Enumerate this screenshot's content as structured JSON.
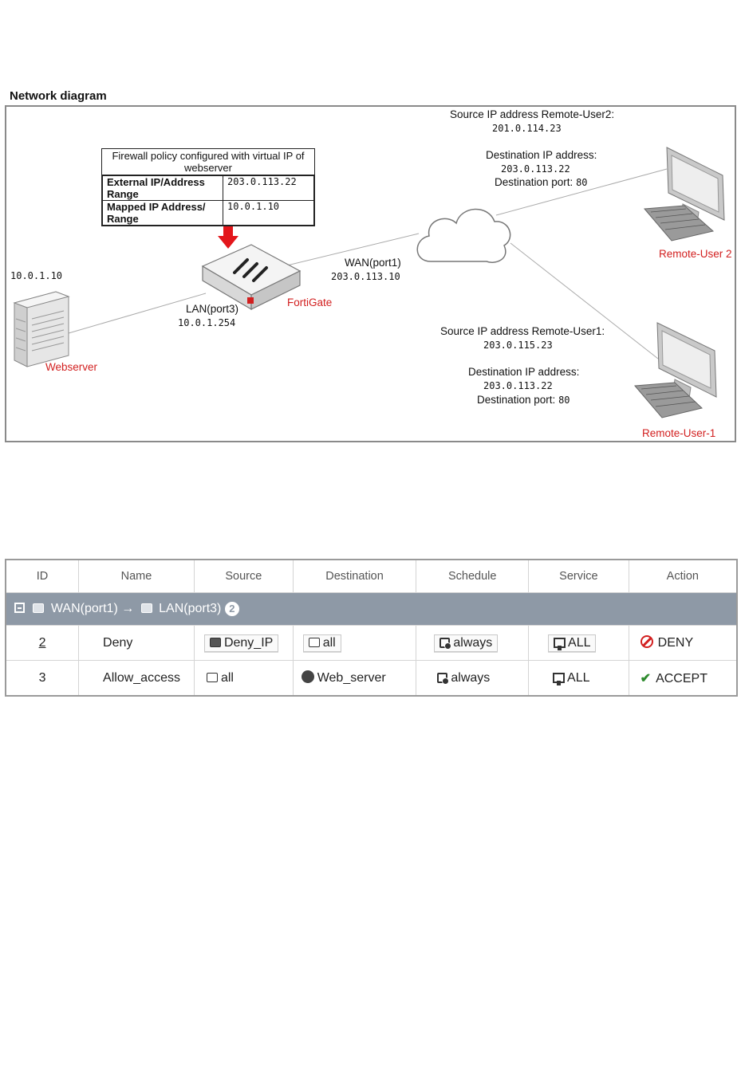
{
  "diagram": {
    "heading": "Network diagram",
    "remote_user2": {
      "src_label": "Source IP address Remote-User2:",
      "src_ip": "201.0.114.23",
      "dst_label": "Destination IP address:",
      "dst_ip": "203.0.113.22",
      "port_label": "Destination port:",
      "port": "80",
      "name": "Remote-User 2"
    },
    "remote_user1": {
      "src_label": "Source IP address Remote-User1:",
      "src_ip": "203.0.115.23",
      "dst_label": "Destination IP address:",
      "dst_ip": "203.0.113.22",
      "port_label": "Destination port:",
      "port": "80",
      "name": "Remote-User-1"
    },
    "vip_box": {
      "title": "Firewall policy configured with virtual IP of webserver",
      "ext_label": "External IP/Address Range",
      "ext_value": "203.0.113.22",
      "mapped_label": "Mapped IP Address/ Range",
      "mapped_value": "10.0.1.10"
    },
    "webserver": {
      "ip": "10.0.1.10",
      "name": "Webserver"
    },
    "fortigate": {
      "name": "FortiGate"
    },
    "wan": {
      "label": "WAN(port1)",
      "ip": "203.0.113.10"
    },
    "lan": {
      "label": "LAN(port3)",
      "ip": "10.0.1.254"
    },
    "colors": {
      "label_red": "#d21f1f",
      "arrow_red": "#e3161b"
    }
  },
  "policy_table": {
    "headers": [
      "ID",
      "Name",
      "Source",
      "Destination",
      "Schedule",
      "Service",
      "Action"
    ],
    "group": {
      "from": "WAN(port1)",
      "arrow": "→",
      "to": "LAN(port3)",
      "count": "2"
    },
    "rows": [
      {
        "id": "2",
        "name": "Deny",
        "source": "Deny_IP",
        "destination": "all",
        "schedule": "always",
        "service": "ALL",
        "action": "DENY"
      },
      {
        "id": "3",
        "name": "Allow_access",
        "source": "all",
        "destination": "Web_server",
        "schedule": "always",
        "service": "ALL",
        "action": "ACCEPT"
      }
    ],
    "colors": {
      "group_bg": "#8e99a6",
      "deny_icon": "#d21f1f",
      "accept_icon": "#2e8b2e"
    }
  }
}
